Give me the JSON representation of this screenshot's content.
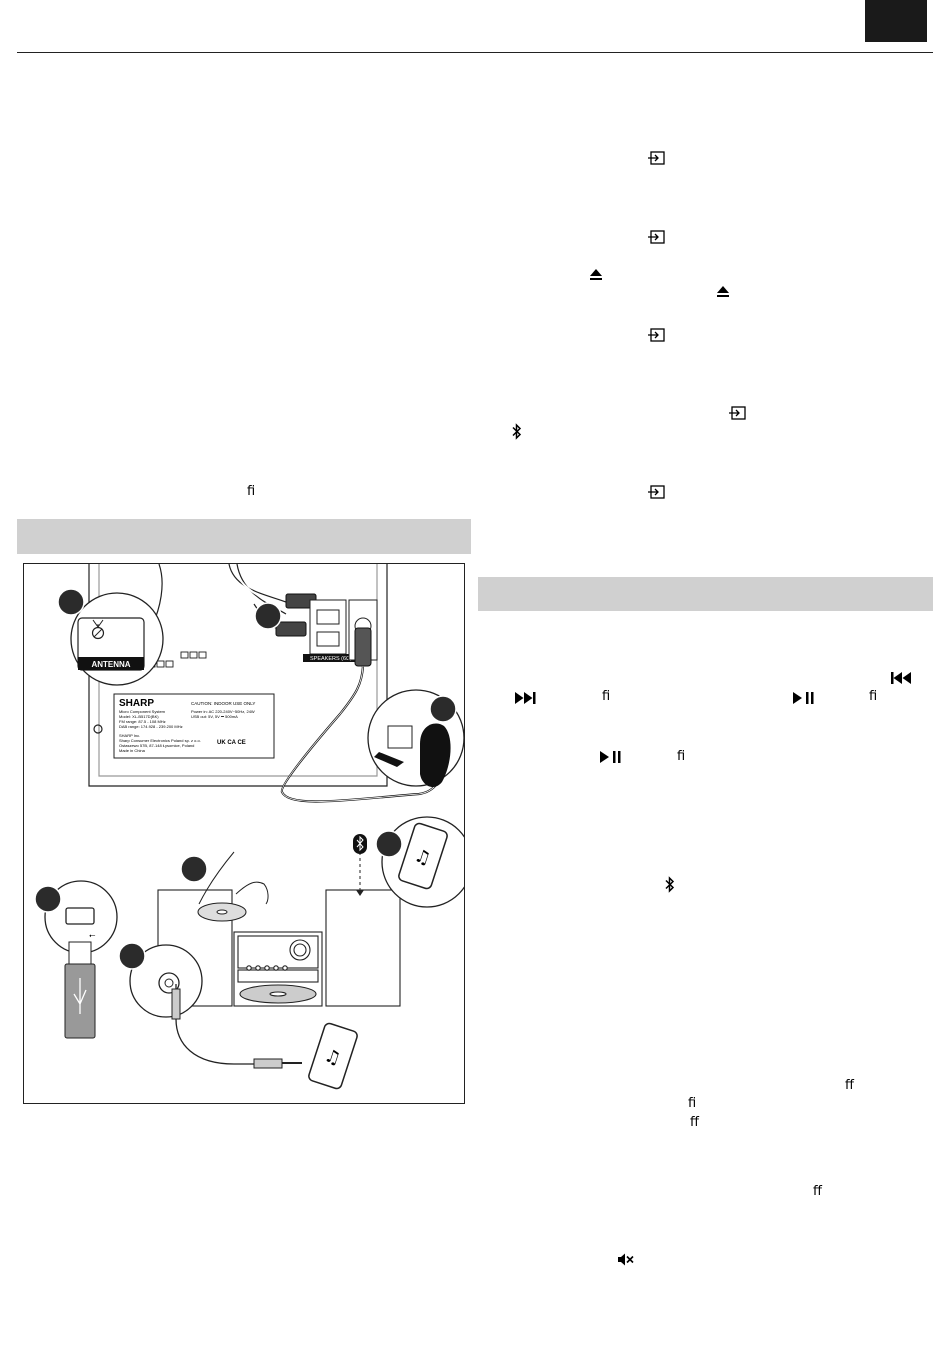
{
  "ligatures": {
    "fi": "ﬁ",
    "ff": "ﬀ"
  },
  "figure": {
    "label_antenna": "ANTENNA",
    "label_speakers": "SPEAKERS (6Ω)",
    "brand": "SHARP",
    "caution": "CAUTION: INDOOR USE ONLY",
    "rating_lines": [
      "Micro Component System",
      "Model: XL-B517D(BK)",
      "FM range: 87.5 - 108 MHz",
      "DAB range: 174.928 - 239.200 MHz"
    ],
    "power_lines": [
      "Power in: AC 220-240V~50Hz, 24W",
      "USB out: 5V, 5V ⎓ 500mA"
    ],
    "maker_lines": [
      "SHARP Inc.",
      "Sharp Consumer Electronics Poland sp. z o.o.",
      "Ostaszewo 57B, 87-148 Łysomice, Poland",
      "Made in China"
    ],
    "cert_marks": "UK CA  CE"
  },
  "icons": [
    "input-source-icon",
    "eject-icon",
    "bluetooth-icon",
    "previous-track-icon",
    "next-track-icon",
    "play-pause-icon",
    "mute-icon",
    "usb-icon",
    "music-note-icon"
  ]
}
